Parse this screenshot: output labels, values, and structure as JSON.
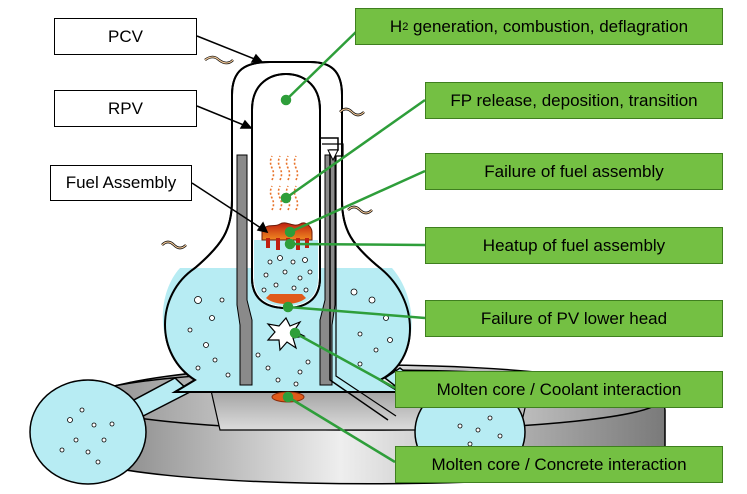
{
  "component_labels": {
    "pcv": "PCV",
    "rpv": "RPV",
    "fuel_assembly": "Fuel Assembly"
  },
  "phenomena": {
    "h2_symbol": "H",
    "h2_subscript": "2",
    "h2_rest": " generation, combustion, deflagration",
    "fp_release": "FP release, deposition, transition",
    "fuel_failure": "Failure of fuel assembly",
    "fuel_heatup": "Heatup of fuel assembly",
    "lower_head_failure": "Failure of PV lower head",
    "mcci_coolant": "Molten core / Coolant interaction",
    "mcci_concrete": "Molten core / Concrete interaction"
  },
  "colors": {
    "callout_fill": "#74c043",
    "callout_border": "#3f7f1f",
    "leader_line": "#2e9e3a",
    "coolant": "#b7ecf3",
    "molten": "#e05a1a",
    "concrete_gray": "#b9b9b9"
  }
}
